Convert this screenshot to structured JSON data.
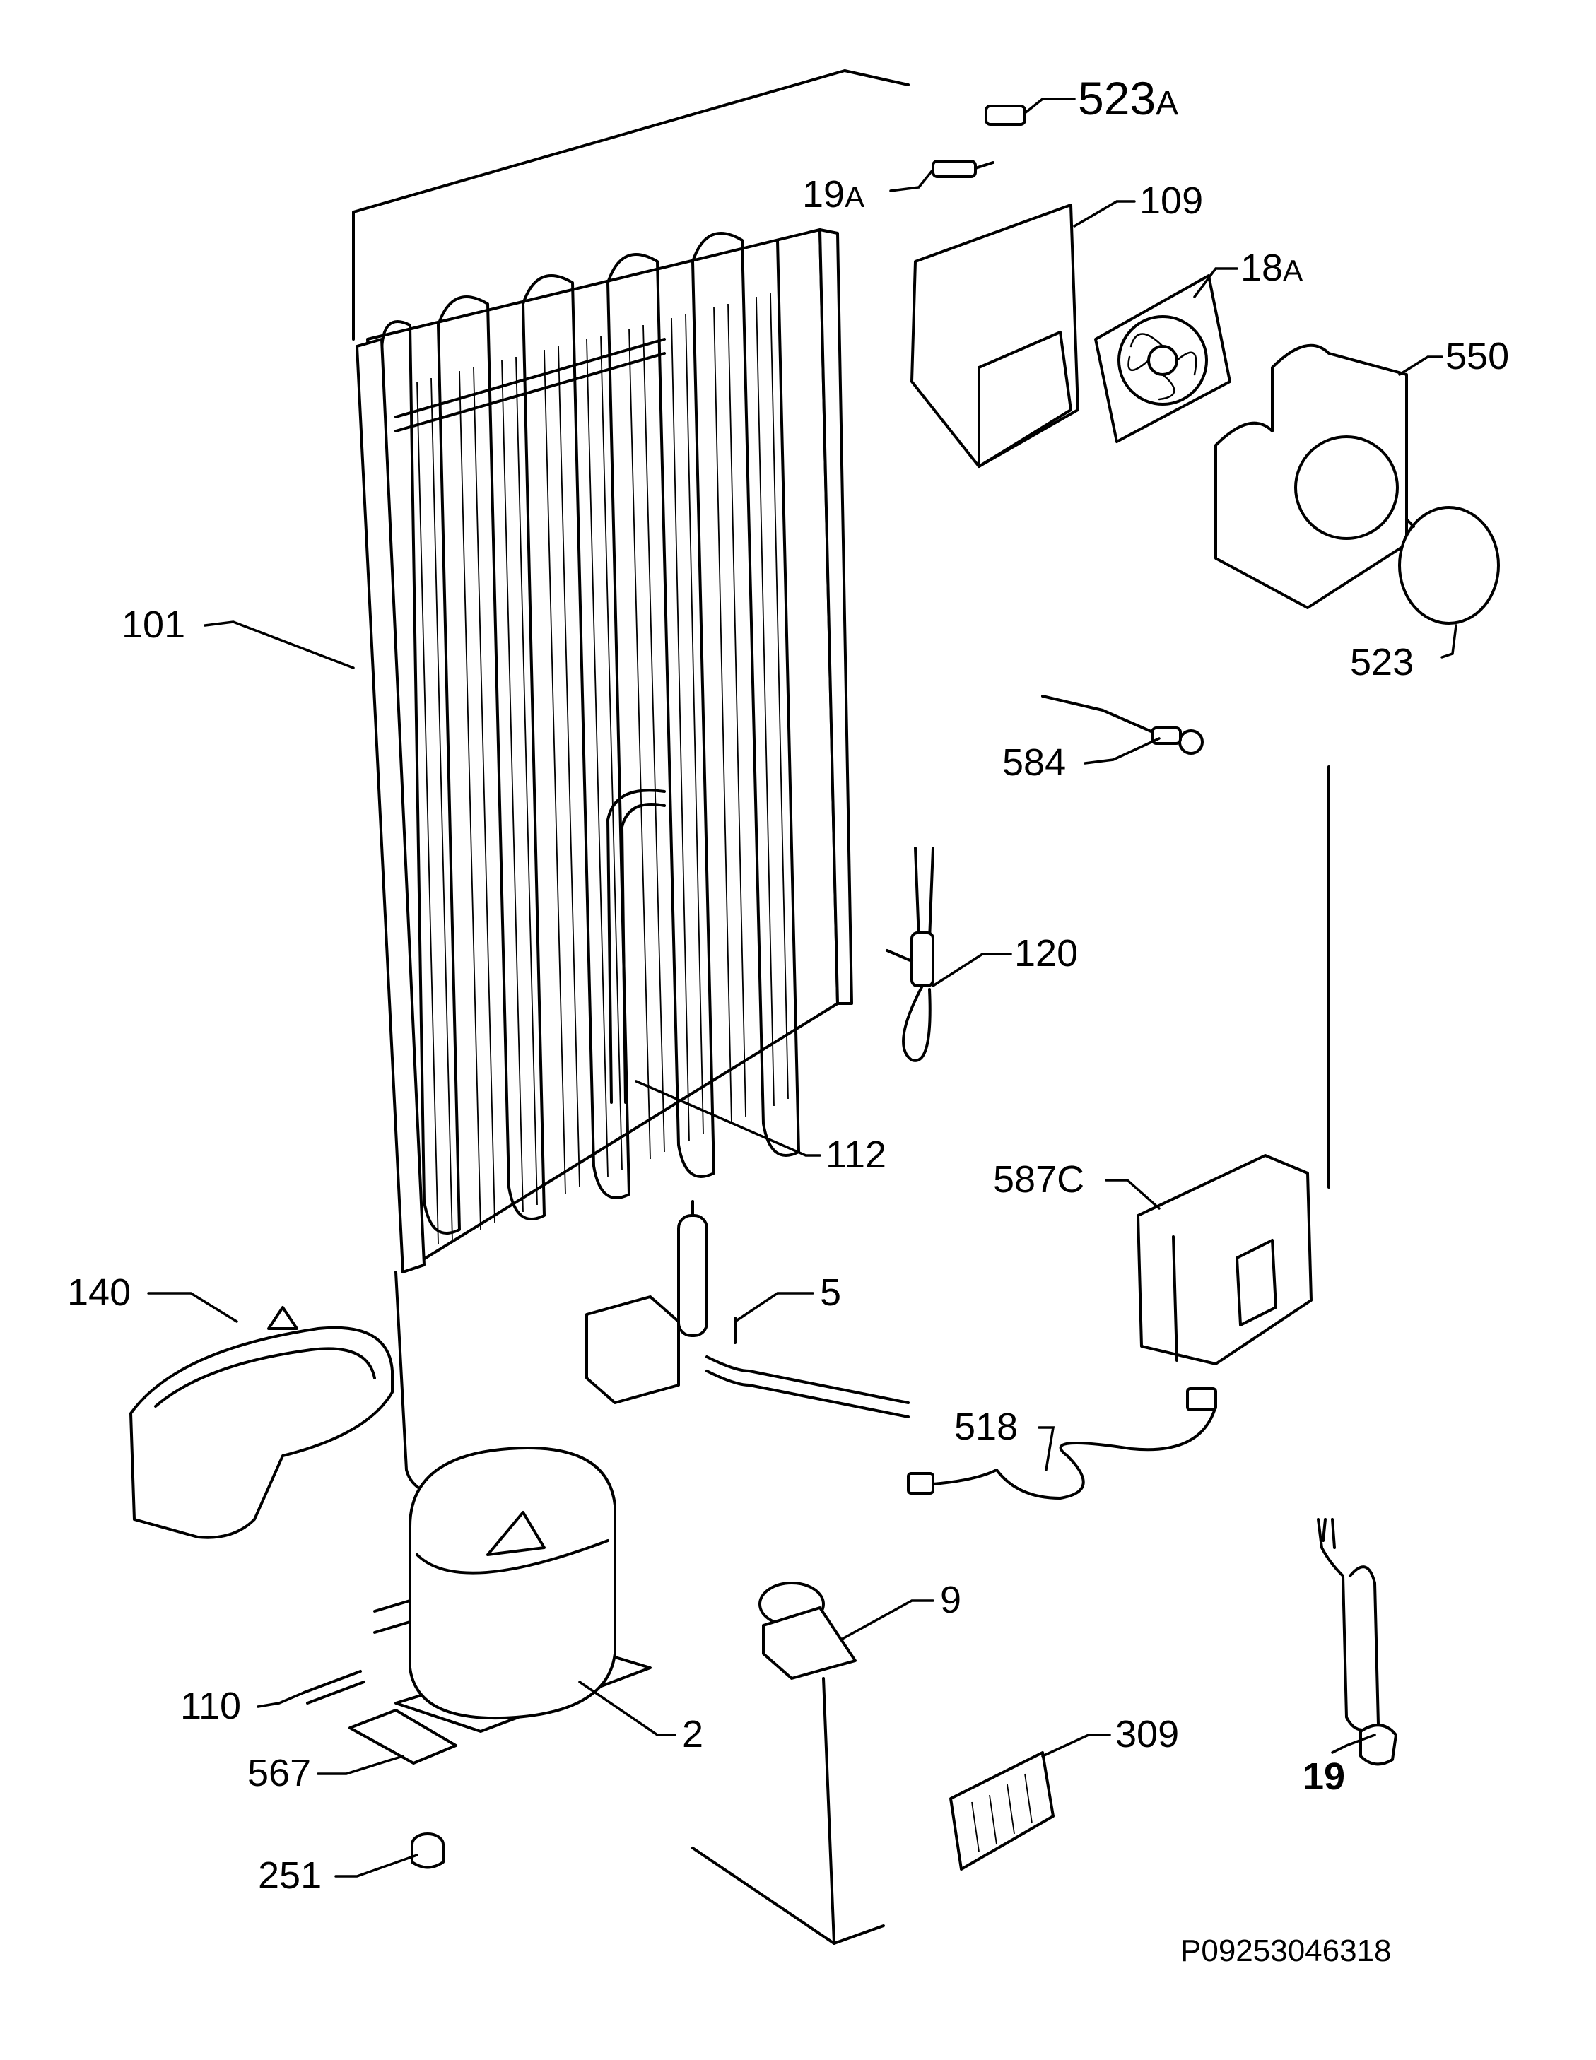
{
  "diagram": {
    "reference_code": "P09253046318",
    "labels": {
      "523A": "523",
      "523A_suffix": "A",
      "19A": "19",
      "19A_suffix": "A",
      "109": "109",
      "18A": "18",
      "18A_suffix": "A",
      "550": "550",
      "523": "523",
      "584": "584",
      "101": "101",
      "120": "120",
      "112": "112",
      "587C": "587",
      "587C_suffix": "C",
      "140": "140",
      "5": "5",
      "518": "518",
      "9": "9",
      "110": "110",
      "2": "2",
      "19": "19",
      "309": "309",
      "567": "567",
      "251": "251"
    }
  }
}
